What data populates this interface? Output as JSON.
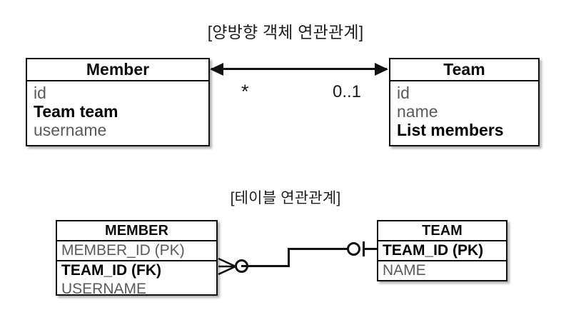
{
  "diagram": {
    "background": "#ffffff",
    "line_color": "#111111",
    "normal_text_color": "#5a5a5a",
    "emphasis_text_color": "#000000"
  },
  "sections": {
    "object_title": "[양방향 객체 연관관계]",
    "table_title": "[테이블 연관관계]"
  },
  "object_model": {
    "member": {
      "name": "Member",
      "fields": [
        {
          "label": "id",
          "bold": false
        },
        {
          "label": "Team team",
          "bold": true
        },
        {
          "label": "username",
          "bold": false
        }
      ]
    },
    "team": {
      "name": "Team",
      "fields": [
        {
          "label": "id",
          "bold": false
        },
        {
          "label": "name",
          "bold": false
        },
        {
          "label": "List members",
          "bold": true
        }
      ]
    },
    "association": {
      "type": "bidirectional-arrow",
      "left_multiplicity": "*",
      "right_multiplicity": "0..1"
    }
  },
  "table_model": {
    "member_table": {
      "name": "MEMBER",
      "primary_key": {
        "label": "MEMBER_ID (PK)",
        "bold": false
      },
      "columns": [
        {
          "label": "TEAM_ID (FK)",
          "bold": true
        },
        {
          "label": "USERNAME",
          "bold": false
        }
      ]
    },
    "team_table": {
      "name": "TEAM",
      "primary_key": {
        "label": "TEAM_ID (PK)",
        "bold": true
      },
      "columns": [
        {
          "label": "NAME",
          "bold": false
        }
      ]
    },
    "relationship": {
      "member_side": "zero-or-many",
      "team_side": "zero-or-one"
    }
  }
}
